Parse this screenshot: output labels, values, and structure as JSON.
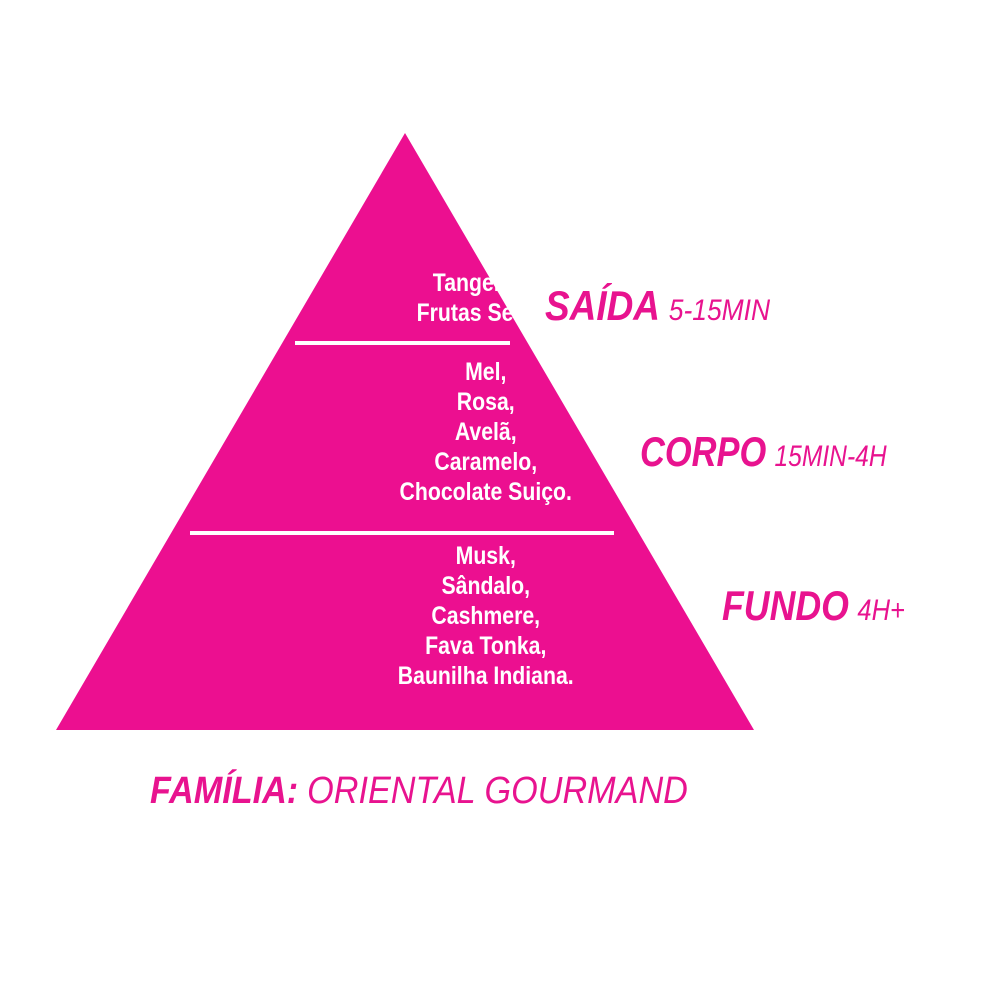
{
  "colors": {
    "pyramid": "#ec0f90",
    "label": "#e8138f",
    "text": "#ffffff"
  },
  "tiers": [
    {
      "name": "SAÍDA",
      "duration": "5-15MIN",
      "notes": [
        "Tangerina,",
        "Frutas Secas."
      ]
    },
    {
      "name": "CORPO",
      "duration": "15MIN-4H",
      "notes": [
        "Mel,",
        "Rosa,",
        "Avelã,",
        "Caramelo,",
        "Chocolate Suiço."
      ]
    },
    {
      "name": "FUNDO",
      "duration": "4H+",
      "notes": [
        "Musk,",
        "Sândalo,",
        "Cashmere,",
        "Fava Tonka,",
        "Baunilha Indiana."
      ]
    }
  ],
  "family": {
    "label": "FAMÍLIA:",
    "value": "ORIENTAL GOURMAND"
  }
}
